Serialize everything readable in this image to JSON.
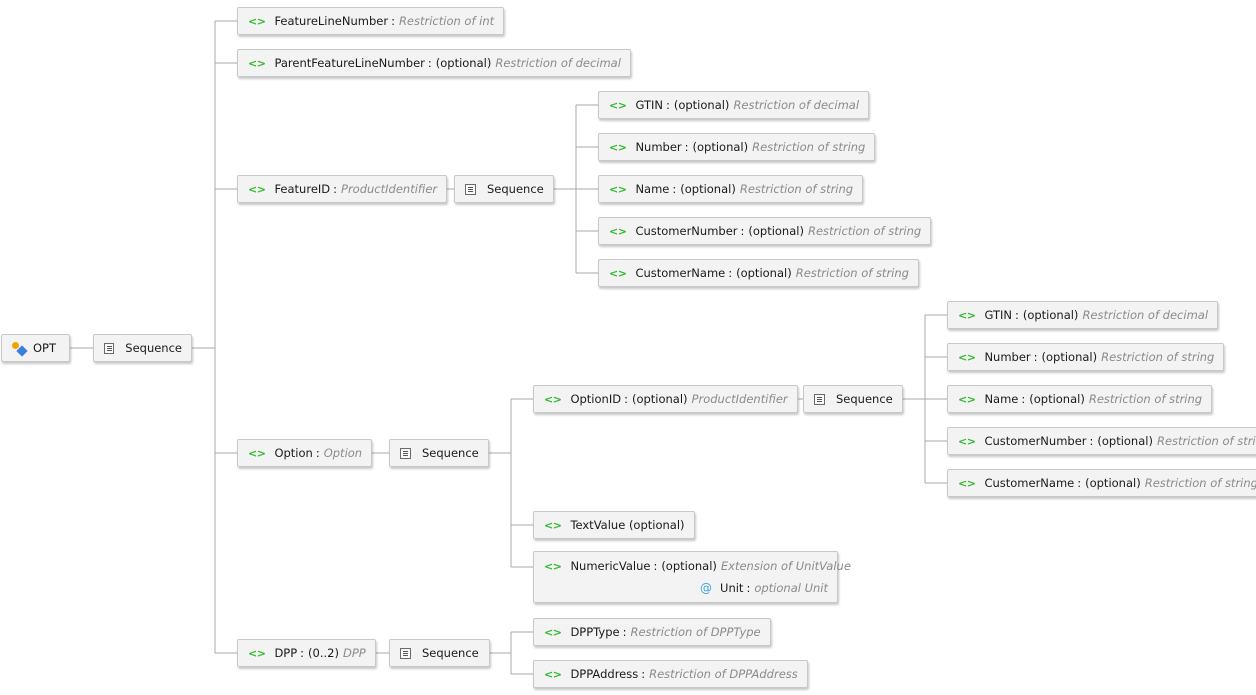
{
  "root": {
    "name": "OPT"
  },
  "labels": {
    "sequence": "Sequence",
    "optional": "(optional)",
    "unit_attr": "Unit",
    "unit_type": "optional Unit"
  },
  "elements": {
    "feature_line_number": {
      "name": "FeatureLineNumber",
      "type": "Restriction of int"
    },
    "parent_feature_line_number": {
      "name": "ParentFeatureLineNumber",
      "type": "Restriction of decimal"
    },
    "feature_id": {
      "name": "FeatureID",
      "type": "ProductIdentifier"
    },
    "fid_gtin": {
      "name": "GTIN",
      "type": "Restriction of decimal"
    },
    "fid_number": {
      "name": "Number",
      "type": "Restriction of string"
    },
    "fid_name": {
      "name": "Name",
      "type": "Restriction of string"
    },
    "fid_customer_number": {
      "name": "CustomerNumber",
      "type": "Restriction of string"
    },
    "fid_customer_name": {
      "name": "CustomerName",
      "type": "Restriction of string"
    },
    "option": {
      "name": "Option",
      "type": "Option"
    },
    "option_id": {
      "name": "OptionID",
      "type": "ProductIdentifier"
    },
    "oid_gtin": {
      "name": "GTIN",
      "type": "Restriction of decimal"
    },
    "oid_number": {
      "name": "Number",
      "type": "Restriction of string"
    },
    "oid_name": {
      "name": "Name",
      "type": "Restriction of string"
    },
    "oid_customer_number": {
      "name": "CustomerNumber",
      "type": "Restriction of string"
    },
    "oid_customer_name": {
      "name": "CustomerName",
      "type": "Restriction of string"
    },
    "text_value": {
      "name": "TextValue"
    },
    "numeric_value": {
      "name": "NumericValue",
      "type": "Extension of UnitValue"
    },
    "dpp": {
      "name": "DPP",
      "occurs": "(0..2)",
      "type": "DPP"
    },
    "dpp_type": {
      "name": "DPPType",
      "type": "Restriction of DPPType"
    },
    "dpp_address": {
      "name": "DPPAddress",
      "type": "Restriction of DPPAddress"
    }
  }
}
